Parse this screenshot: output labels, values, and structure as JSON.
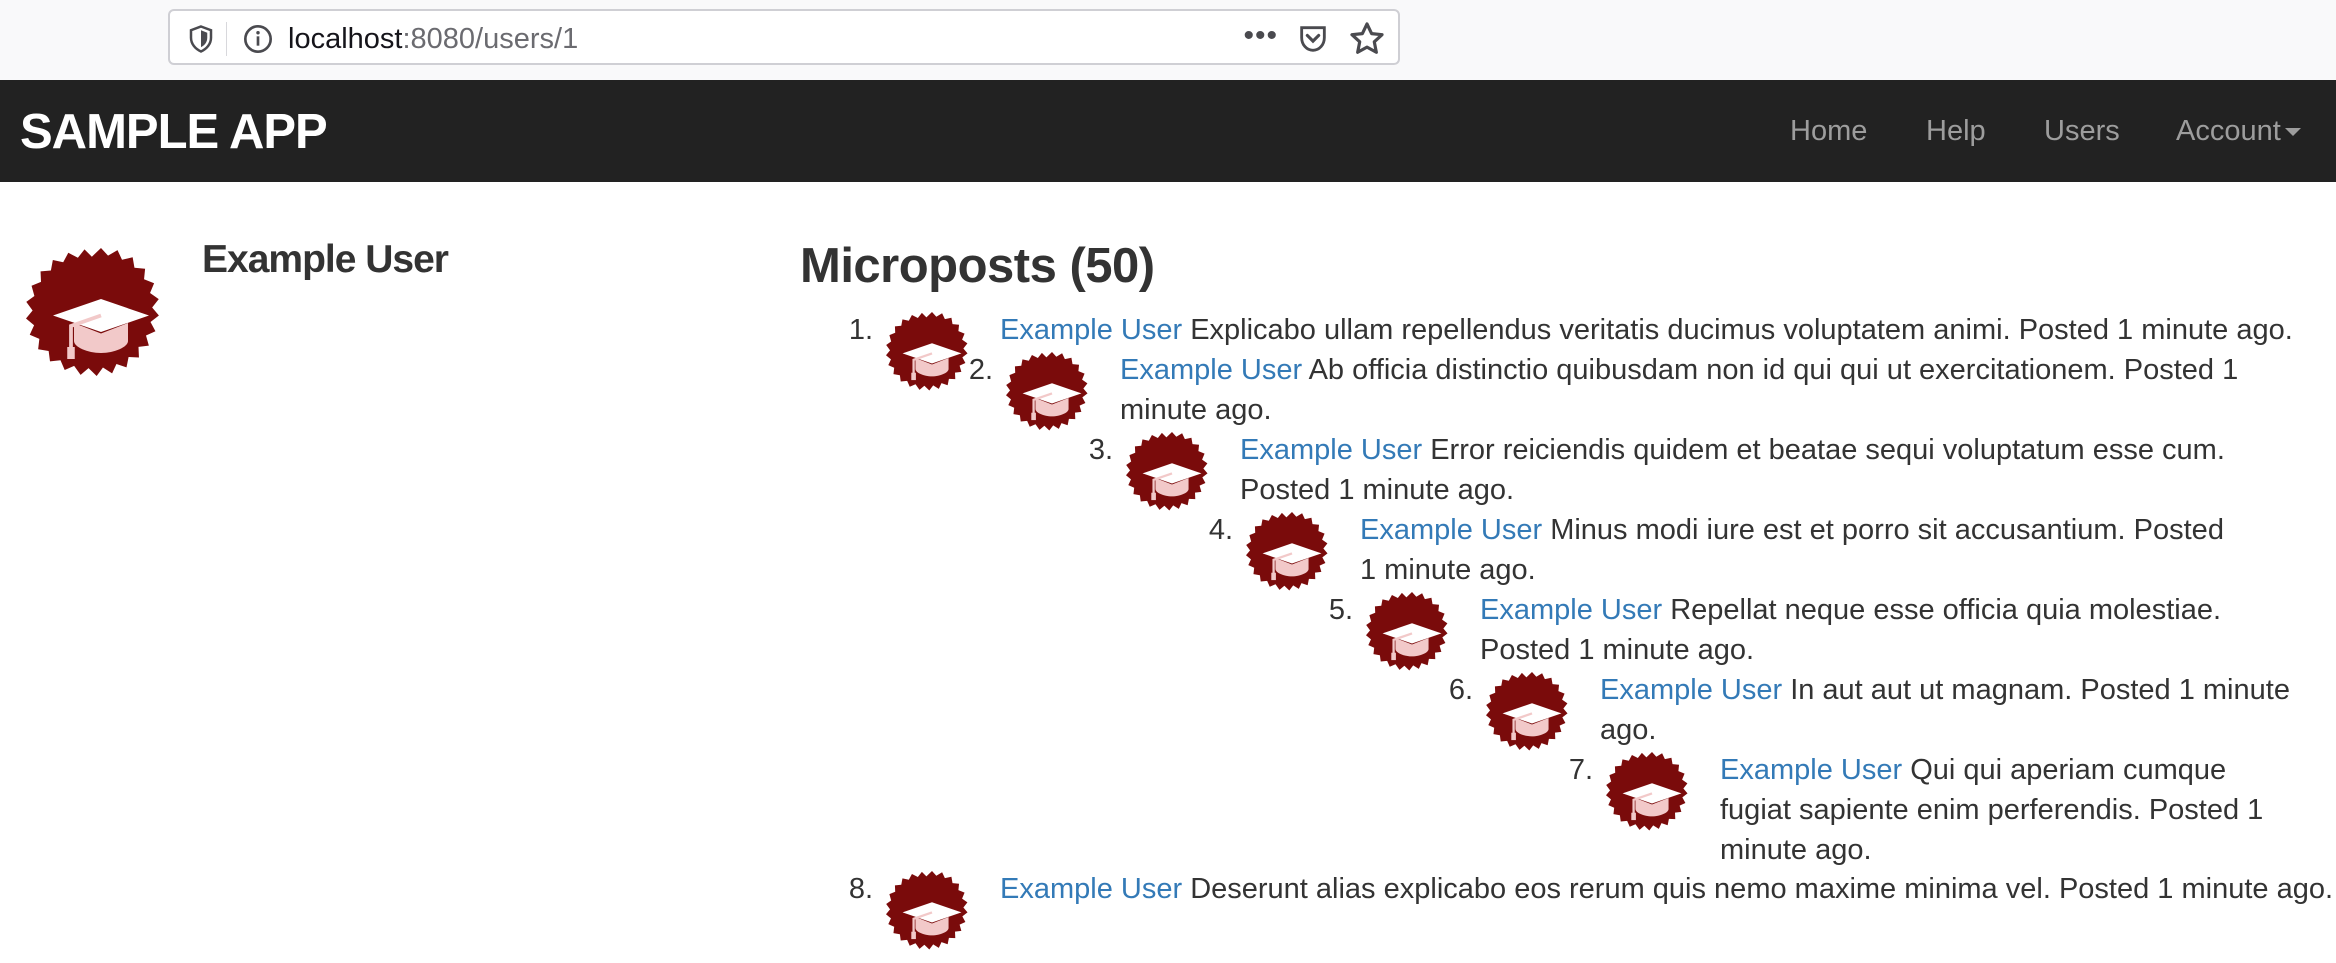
{
  "browser": {
    "url_host": "localhost",
    "url_rest": ":8080/users/1",
    "menu_dots": "•••"
  },
  "navbar": {
    "logo": "SAMPLE APP",
    "links": [
      "Home",
      "Help",
      "Users",
      "Account"
    ]
  },
  "profile": {
    "name": "Example User"
  },
  "microposts": {
    "heading": "Microposts (50)",
    "items": [
      {
        "num": "1.",
        "user": "Example User",
        "body": "Explicabo ullam repellendus veritatis ducimus voluptatem animi.",
        "time": "Posted 1 minute ago."
      },
      {
        "num": "2.",
        "user": "Example User",
        "body": "Ab officia distinctio quibusdam non id qui qui ut exercitationem.",
        "time": "Posted 1 minute ago."
      },
      {
        "num": "3.",
        "user": "Example User",
        "body": "Error reiciendis quidem et beatae sequi voluptatum esse cum.",
        "time": "Posted 1 minute ago."
      },
      {
        "num": "4.",
        "user": "Example User",
        "body": "Minus modi iure est et porro sit accusantium.",
        "time": "Posted 1 minute ago."
      },
      {
        "num": "5.",
        "user": "Example User",
        "body": "Repellat neque esse officia quia molestiae.",
        "time": "Posted 1 minute ago."
      },
      {
        "num": "6.",
        "user": "Example User",
        "body": "In aut aut ut magnam.",
        "time": "Posted 1 minute ago."
      },
      {
        "num": "7.",
        "user": "Example User",
        "body": "Qui qui aperiam cumque fugiat sapiente enim perferendis.",
        "time": "Posted 1 minute ago."
      },
      {
        "num": "8.",
        "user": "Example User",
        "body": "Deserunt alias explicabo eos rerum quis nemo maxime minima vel.",
        "time": "Posted 1 minute ago."
      }
    ]
  },
  "colors": {
    "navbar_bg": "#222222",
    "link_blue": "#337ab7",
    "avatar_red": "#7a0b0b"
  },
  "icons": [
    "shield-icon",
    "info-icon",
    "pocket-icon",
    "star-icon",
    "gravatar-avatar-icon"
  ]
}
